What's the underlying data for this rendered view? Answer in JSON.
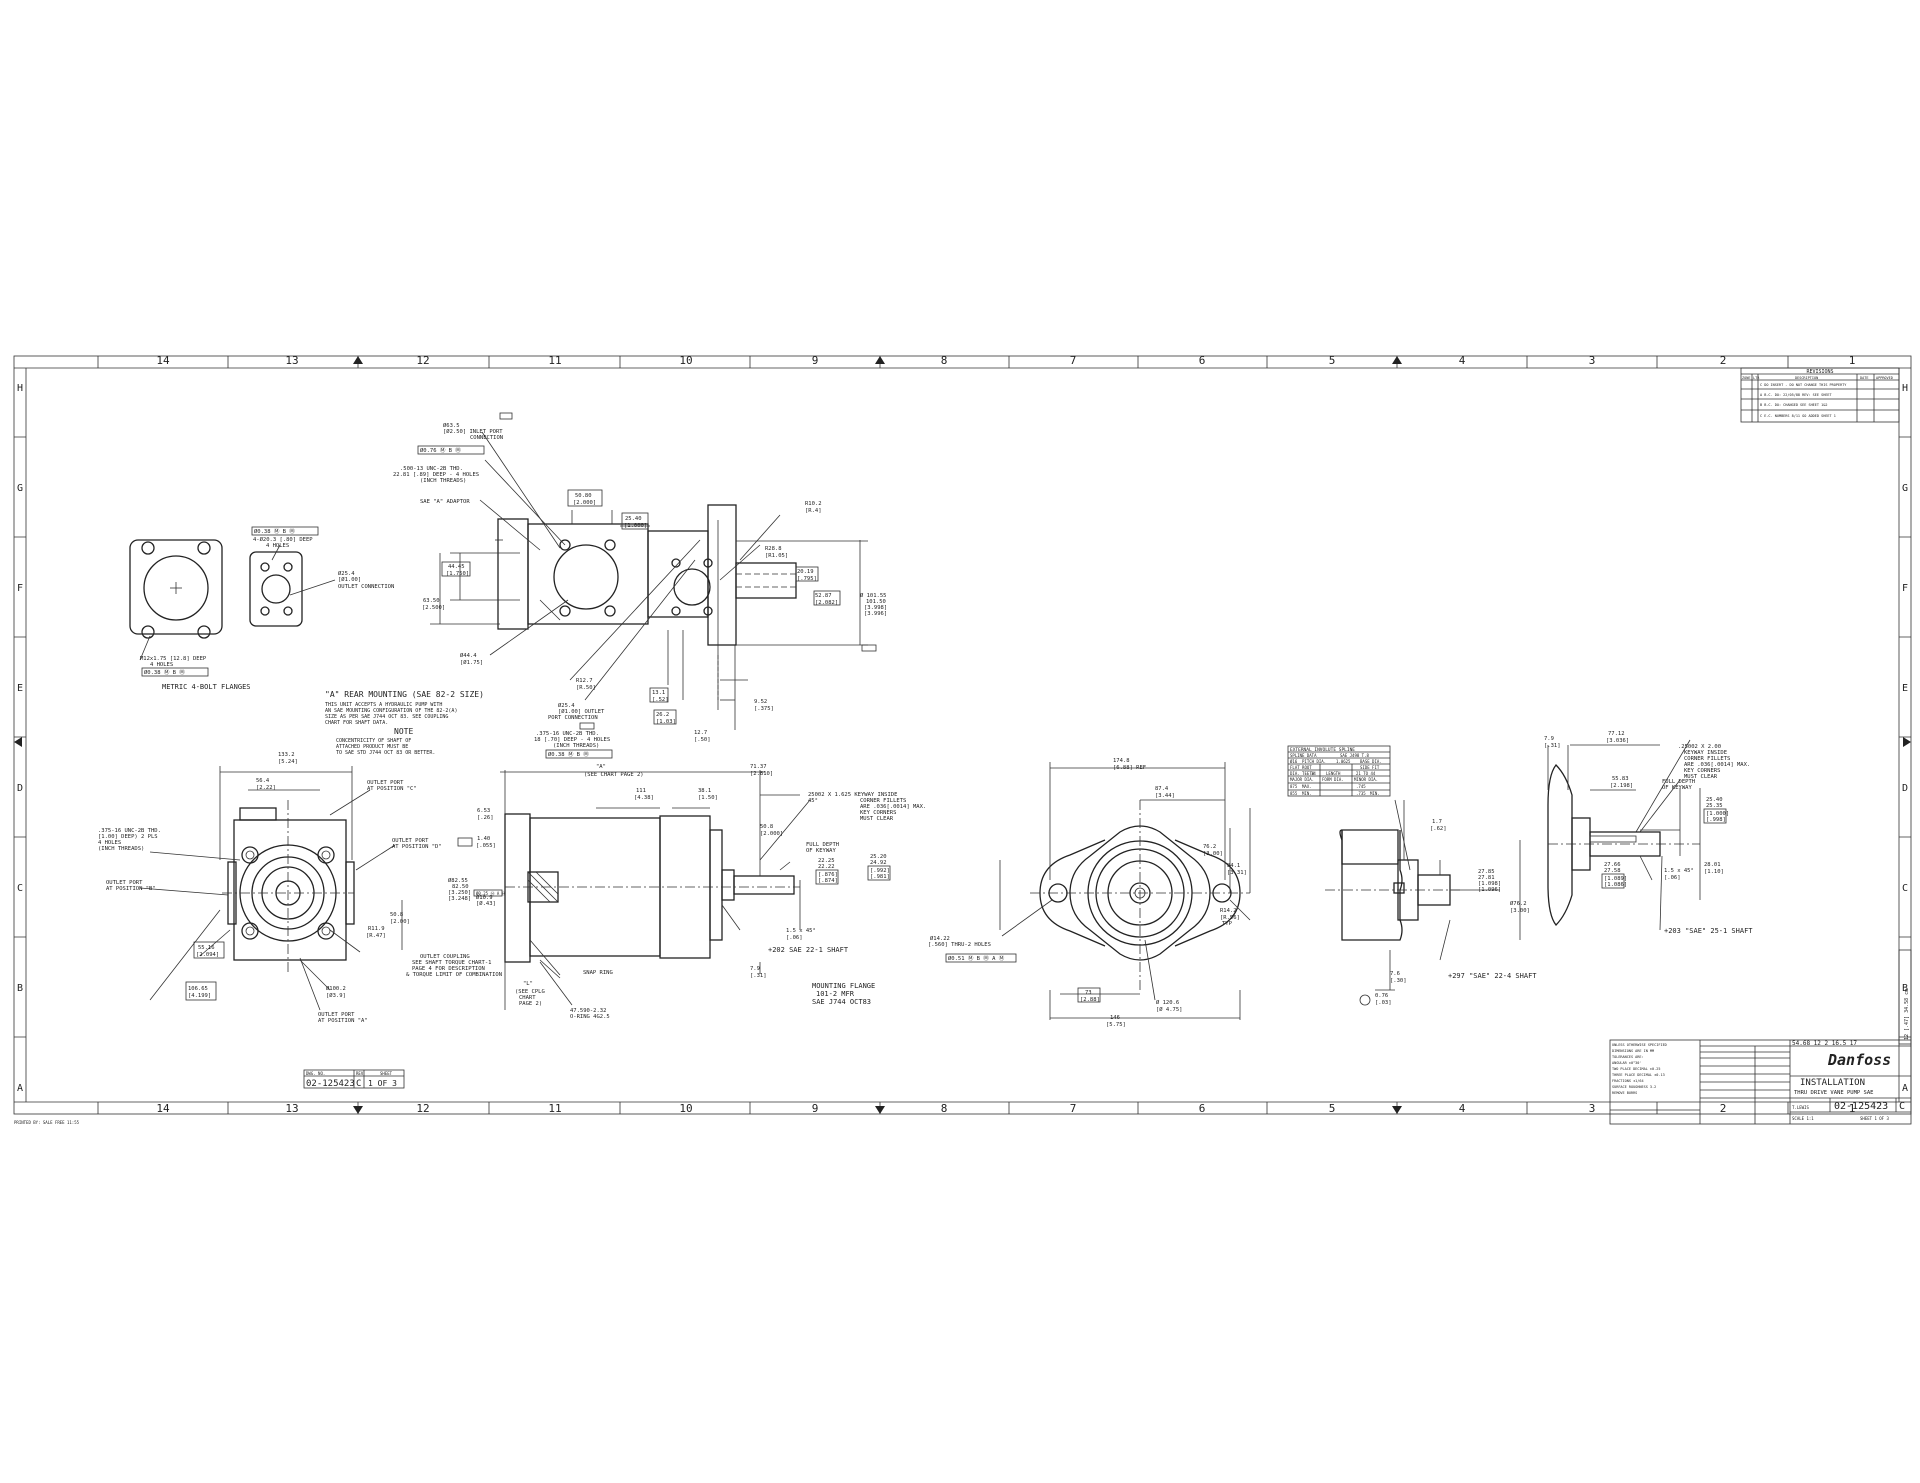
{
  "border": {
    "top_zones": [
      "14",
      "13",
      "12",
      "11",
      "10",
      "9",
      "8",
      "7",
      "6",
      "5",
      "4",
      "3",
      "2",
      "1"
    ],
    "side_zones": [
      "H",
      "G",
      "F",
      "E",
      "D",
      "C",
      "B",
      "A"
    ]
  },
  "labels": {
    "inlet_port": [
      "Ø63.5",
      "[Ø2.50] INLET PORT",
      "CONNECTION"
    ],
    "inlet_tol": "Ø0.76 Ⓜ B Ⓜ",
    "inlet_holes": [
      ".500-13 UNC-2B THD.",
      "22.81 [.89] DEEP - 4 HOLES",
      "(INCH THREADS)"
    ],
    "sae_adapter": "SAE \"A\" ADAPTOR",
    "top_dim_a": [
      "50.80",
      "[2.000]"
    ],
    "top_dim_b": [
      "25.40",
      "[1.000]"
    ],
    "r10": [
      "R10.2",
      "[R.4]"
    ],
    "r28": [
      "R28.8",
      "[R1.05]"
    ],
    "dim_2010": [
      "20.19",
      "[.795]"
    ],
    "dim_5287": [
      "52.87",
      "[2.082]"
    ],
    "dim_shaft_f": [
      "Ø 101.55",
      "101.50",
      "[3.998]",
      "[3.996]"
    ],
    "dim_4445": [
      "44.45",
      "[1.750]"
    ],
    "dim_6350": [
      "63.50",
      "[2.500]"
    ],
    "dim_4445b": [
      "Ø44.4",
      "[Ø1.75]"
    ],
    "dim_r127": [
      "R12.7",
      "[R.50]"
    ],
    "outlet_conn2": [
      "Ø25.4",
      "[Ø1.00] OUTLET",
      "PORT CONNECTION"
    ],
    "outlet_holes2": [
      ".375-16 UNC-2B THD.",
      "18 [.70] DEEP - 4 HOLES",
      "(INCH THREADS)"
    ],
    "outlet_tol2": "Ø0.38 Ⓜ B Ⓜ",
    "dim_131": [
      "13.1",
      "[.52]"
    ],
    "dim_262": [
      "26.2",
      "[1.03]"
    ],
    "dim_127": [
      "12.7",
      "[.50]"
    ],
    "dim_952": [
      "9.52",
      "[.375]"
    ],
    "flange_note_hdr": [
      "Ø0.38 Ⓜ B Ⓜ"
    ],
    "flange_holes": [
      "4-Ø20.3 [.80] DEEP",
      "4 HOLES"
    ],
    "flange_outlet": [
      "Ø25.4",
      "[Ø1.00]",
      "OUTLET CONNECTION"
    ],
    "flange_thread": [
      "M12x1.75 [12.8] DEEP",
      "4 HOLES"
    ],
    "flange_tol": "Ø0.38 Ⓜ B Ⓜ",
    "metric_flanges": "METRIC 4-BOLT FLANGES",
    "rear_mount_title": "\"A\" REAR MOUNTING (SAE 82-2 SIZE)",
    "rear_mount_text": [
      "THIS UNIT ACCEPTS A HYDRAULIC PUMP WITH",
      "AN SAE MOUNTING CONFIGURATION OF THE 82-2(A)",
      "SIZE AS PER SAE J744 OCT 83. SEE COUPLING",
      "CHART FOR SHAFT DATA."
    ],
    "note_title": "NOTE",
    "note_text": [
      "CONCENTRICITY OF SHAFT OF",
      "ATTACHED PRODUCT MUST BE",
      "TO SAE STD J744 OCT 83 OR BETTER."
    ],
    "front_dims": {
      "d1332": [
        "133.2",
        "[5.24]"
      ],
      "d564": [
        "56.4",
        "[2.22]"
      ],
      "outlet_c": [
        "OUTLET PORT",
        "AT POSITION \"C\""
      ],
      "outlet_d": [
        "OUTLET PORT",
        "AT POSITION \"D\""
      ],
      "thd": [
        ".375-16 UNC-2B THD.",
        "[1.00] DEEP) 2 PLS",
        "4 HOLES",
        "(INCH THREADS)"
      ],
      "outlet_b": [
        "OUTLET PORT",
        "AT POSITION \"B\""
      ],
      "d5516": [
        "55.16",
        "[2.094]"
      ],
      "d10665": [
        "106.65",
        "[4.199]"
      ],
      "rr9": [
        "R11.9",
        "[R.47]"
      ],
      "d508": [
        "50.8",
        "[2.00]"
      ],
      "d1002": [
        "Ø100.2",
        "[Ø3.9]"
      ],
      "outlet_a": [
        "OUTLET PORT",
        "AT POSITION \"A\""
      ]
    },
    "side_dims": {
      "d553": [
        "6.53",
        "[.26]"
      ],
      "d140": [
        "1.40",
        "[.055]"
      ],
      "d8255": [
        "Ø82.55",
        "82.50"
      ],
      "d3250": [
        "[3.250]",
        "[3.248]"
      ],
      "d1809": [
        "Ø10.9",
        "[Ø.43]"
      ],
      "a_dim": [
        "\"A\"",
        "(SEE CHART PAGE 2)"
      ],
      "d111": [
        "111",
        "[4.38]"
      ],
      "d381": [
        "38.1",
        "[1.50]"
      ],
      "d7137": [
        "71.37",
        "[2.810]"
      ],
      "key": [
        "25002 X 1.625 KEYWAY INSIDE",
        "45°",
        "CORNER FILLETS",
        "ARE .036[.0014] MAX.",
        "KEY CORNERS",
        "MUST CLEAR"
      ],
      "d508b": [
        "50.8",
        "[2.000]"
      ],
      "full_depth": [
        "FULL DEPTH",
        "OF KEYWAY"
      ],
      "d2225": [
        "22.25",
        "22.22",
        "[.876]",
        "[.874]"
      ],
      "d2520": [
        "25.20",
        "24.92",
        "[.992]",
        "[.981]"
      ],
      "d15": [
        "1.5 x 45°",
        "[.06]"
      ],
      "d79": [
        "7.9",
        "[.31]"
      ],
      "shaft": "+202 SAE 22-1 SHAFT",
      "snap": "SNAP RING",
      "oring": [
        "47.590-2.32",
        "O-RING 4G2.5"
      ],
      "coupling": [
        "OUTLET COUPLING",
        "SEE SHAFT TORQUE CHART-1",
        "PAGE 4 FOR DESCRIPTION",
        "& TORQUE LIMIT OF COMBINATION"
      ],
      "l_dim": [
        "\"L\"",
        "(SEE CPLG",
        "CHART",
        "PAGE 2)"
      ],
      "mount_flange": [
        "MOUNTING FLANGE",
        "101-2 MFR",
        "SAE J744 OCT83"
      ],
      "tol": "Ø0.25 Ⓜ A Ⓜ"
    },
    "end_dims": {
      "d1748": [
        "174.8",
        "[6.88] REF"
      ],
      "d874": [
        "87.4",
        "[3.44]"
      ],
      "d762": [
        "76.2",
        "[3.00]"
      ],
      "d841": [
        "84.1",
        "[3.31]"
      ],
      "r142": [
        "R14.2",
        "[R.56]",
        "TYP"
      ],
      "d1422": [
        "Ø14.22",
        "[.560] THRU-2 HOLES"
      ],
      "tol": "Ø0.51 Ⓜ B Ⓜ A Ⓜ",
      "d73": [
        "73",
        "[2.88]"
      ],
      "d146": [
        "146",
        "[5.75]"
      ],
      "r1229": [
        "Ø 120.6",
        "[Ø 4.75]"
      ]
    },
    "spline_table": {
      "title": "EXTERNAL INVOLUTE SPLINE",
      "rows": [
        [
          "SPLINE DATA",
          "SAE J498 T.8"
        ],
        [
          "Ø16",
          "PITCH DIA.",
          "1.0625",
          "BASE DIA."
        ],
        [
          "FLAT ROOT",
          "",
          "SIDE FIT"
        ],
        [
          "DIA. TEETH",
          "14",
          "LENGTH",
          "21 TO 44"
        ],
        [
          "MAJOR DIA.",
          "FORM DIA.",
          "MINOR DIA."
        ],
        [
          "875",
          "MAX.",
          "",
          ".745"
        ],
        [
          "855",
          "MIN.",
          "",
          ".735",
          "MIN."
        ]
      ]
    },
    "shaft2": {
      "d17": [
        "1.7",
        "[.62]"
      ],
      "d2785": [
        "27.85",
        "27.81",
        "[1.098]",
        "[1.096]"
      ],
      "d762": [
        "Ø76.2",
        "[3.00]"
      ],
      "d76": [
        "7.6",
        "[.30]"
      ],
      "d076": [
        "0.76",
        "[.03]"
      ],
      "label": "+297 \"SAE\" 22-4 SHAFT"
    },
    "shaft3": {
      "d79": [
        "7.9",
        "[.31]"
      ],
      "d7712": [
        "77.12",
        "[3.036]"
      ],
      "key": [
        ".25002 X 2.00",
        "KEYWAY INSIDE",
        "CORNER FILLETS",
        "ARE .036[.0014] MAX.",
        "KEY CORNERS",
        "MUST CLEAR"
      ],
      "d5583": [
        "55.83",
        "[2.198]"
      ],
      "full_depth": [
        "FULL DEPTH",
        "OF KEYWAY"
      ],
      "d2545": [
        "25.40",
        "25.35",
        "[1.000]",
        "[.998]"
      ],
      "d15": [
        "1.5 x 45°",
        "[.06]"
      ],
      "d2766": [
        "27.66",
        "27.58",
        "[1.089]",
        "[1.086]"
      ],
      "d28": [
        "28.01",
        "[1.10]"
      ],
      "label": "+203 \"SAE\" 25-1 SHAFT"
    },
    "revisions": {
      "title": "REVISIONS",
      "hdr": [
        "ZONE",
        "LTR",
        "DESCRIPTION",
        "DATE",
        "APPROVED"
      ],
      "rows": [
        "C DO INSERT - DO NOT CHANGE THIS PROPERTY",
        "A B.C. DO: 22/05/88 REV: SEE SHEET",
        "B B.C. DO: CHANGED SEE SHEET 1&2",
        "C E.C. NUMBERS 8/11 GO ADDED SHEET 1"
      ]
    },
    "title_block": {
      "company_notes": [
        "UNLESS OTHERWISE SPECIFIED",
        "DIMENSIONS ARE IN MM",
        "TOLERANCES ARE:",
        "ANGULAR ±0°30'",
        "TWO PLACE DECIMAL ±0.25",
        "THREE PLACE DECIMAL ±0.13",
        "FRACTIONS ±1/64",
        "SURFACE ROUGHNESS 3.2",
        "REMOVE BURRS"
      ],
      "title": "INSTALLATION",
      "subtitle": "THRU DRIVE VANE PUMP SAE",
      "dwg_no": "02-125423",
      "rev": "C",
      "brand": "Danfoss",
      "sheet": "SHEET 1 OF 3",
      "scale": "SCALE 1:1",
      "drawn": "T.LEWIS",
      "ref": "54.68 12 2 16.5 17",
      "small_dwg": "02-125423",
      "small_rev": "C",
      "small_sheet": "1 OF 3",
      "small_dwg_lbl": "DWG. NO.",
      "small_rev_lbl": "REV",
      "small_sheet_lbl": "SHEET"
    },
    "margin_text": "PRINTED BY: SALE FREE  11:55",
    "side_strip": "12 [.47] 34.58 cm"
  }
}
